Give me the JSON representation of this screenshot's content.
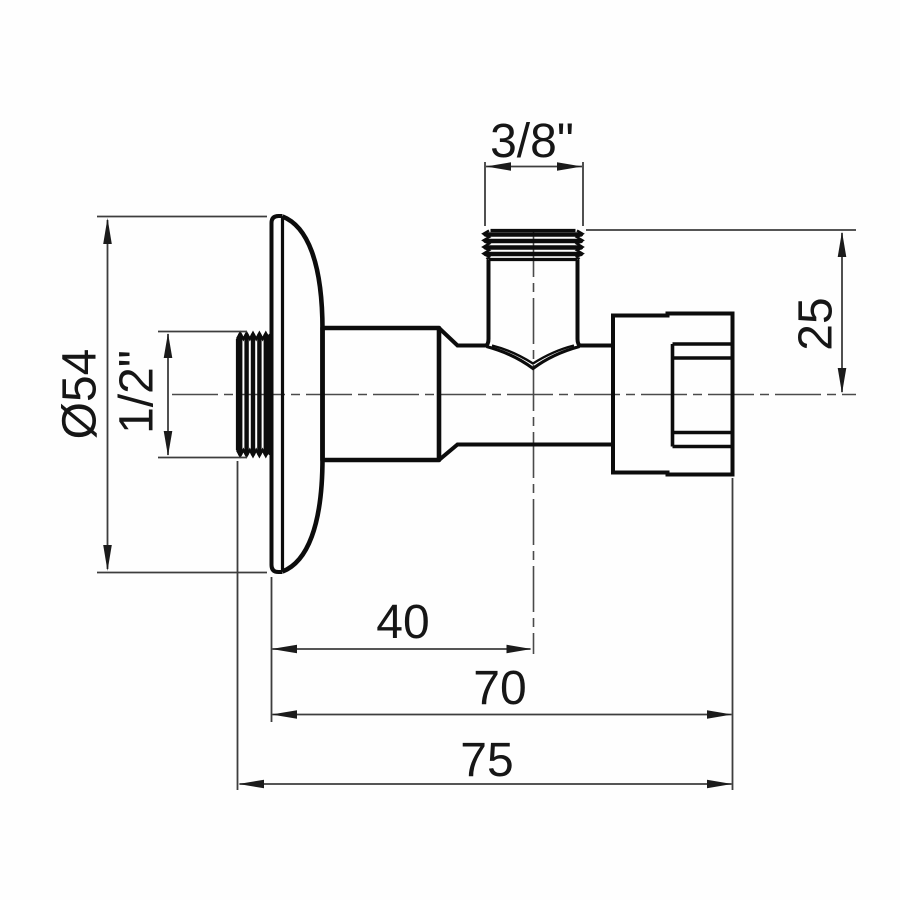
{
  "drawing": {
    "subject": "Angle valve technical dimension drawing",
    "view": "side elevation",
    "background_color": "#fefefe",
    "outline_color": "#0c0c0c",
    "dimension_line_color": "#3d3d3d",
    "text_color": "#161616"
  },
  "dimensions": {
    "branch_thread_size": "3/8\"",
    "branch_height": "25",
    "flange_diameter": "Ø54",
    "inlet_thread_size": "1/2\"",
    "flange_to_branch_axis": "40",
    "flange_to_nut_end": "70",
    "overall_length": "75"
  }
}
